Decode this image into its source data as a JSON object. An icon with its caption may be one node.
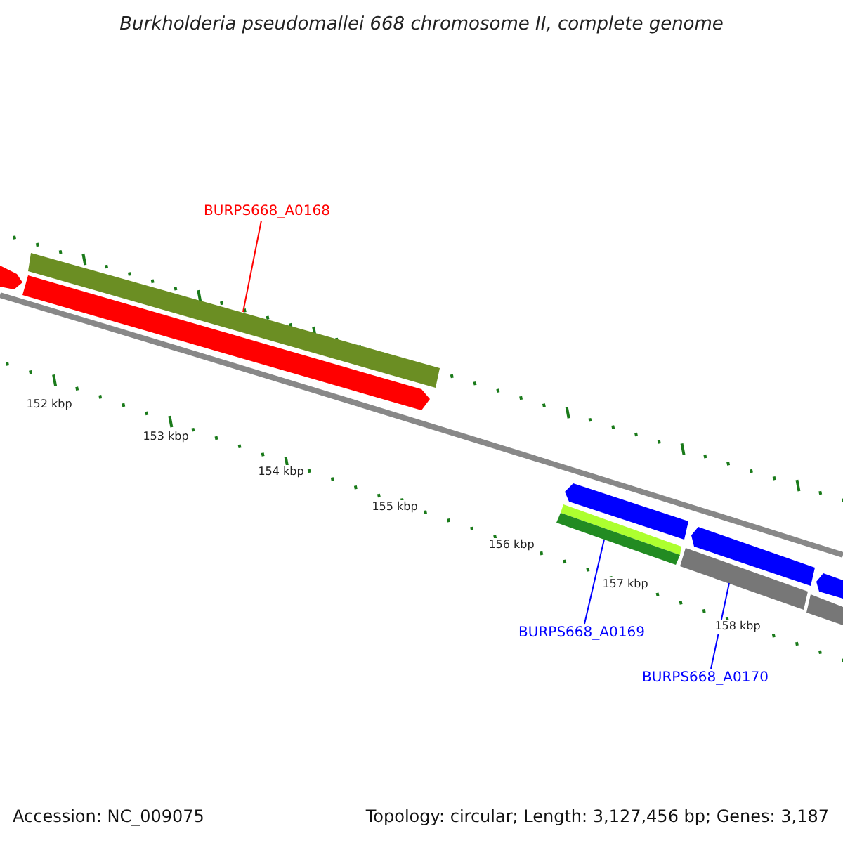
{
  "diagram": {
    "title": "Burkholderia pseudomallei 668 chromosome II, complete genome",
    "nodes": [
      {
        "text": [
          "BURPS668_A0168"
        ]
      },
      {
        "text": [],
        "shape": "bar"
      },
      {
        "text": [],
        "shape": "bar"
      },
      {
        "text": [
          "BURPS668_A0169"
        ]
      },
      {
        "text": [
          "BURPS668_A0170"
        ]
      },
      {
        "text": [],
        "shape": "bar"
      }
    ],
    "edges": [
      {
        "from": 0,
        "to": 1,
        "arrow": "none",
        "color": "#ff0000"
      },
      {
        "from": 3,
        "to": 2,
        "arrow": "none"
      },
      {
        "from": 4,
        "to": 5,
        "arrow": "none"
      }
    ],
    "labels": [
      "152 kbp",
      "153 kbp",
      "154 kbp",
      "155 kbp",
      "156 kbp",
      "157 kbp",
      "158 kbp",
      "Accession: NC_009075",
      "Topology: circular; Length: 3,127,456 bp; Genes: 3,187"
    ]
  }
}
